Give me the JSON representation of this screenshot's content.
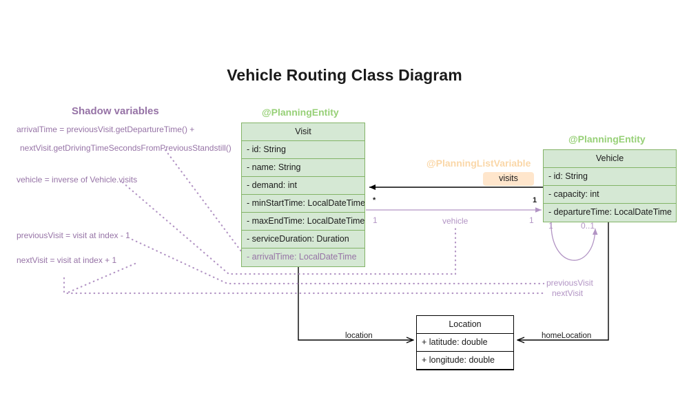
{
  "diagram": {
    "title": "Vehicle Routing Class Diagram",
    "colors": {
      "entity_fill": "#d5e8d4",
      "entity_stroke": "#82b366",
      "stereotype_green": "#97d077",
      "stereotype_orange": "#fad7a8",
      "badge_fill": "#ffe6cc",
      "shadow_purple": "#9673a6",
      "edge_purple": "#b294c4",
      "plain_stroke": "#000000"
    }
  },
  "shadow_panel": {
    "title": "Shadow variables",
    "lines": [
      "arrivalTime = previousVisit.getDepartureTime() +",
      "nextVisit.getDrivingTimeSecondsFromPreviousStandstill()",
      "vehicle = inverse of Vehicle.visits",
      "previousVisit = visit at index - 1",
      "nextVisit = visit at index + 1"
    ]
  },
  "classes": {
    "visit": {
      "stereotype": "@PlanningEntity",
      "name": "Visit",
      "attributes": [
        {
          "text": "- id: String",
          "shadow": false
        },
        {
          "text": "- name: String",
          "shadow": false
        },
        {
          "text": "- demand: int",
          "shadow": false
        },
        {
          "text": "- minStartTime: LocalDateTime",
          "shadow": false
        },
        {
          "text": "- maxEndTime: LocalDateTime",
          "shadow": false
        },
        {
          "text": "- serviceDuration: Duration",
          "shadow": false
        },
        {
          "text": "- arrivalTime: LocalDateTime",
          "shadow": true
        }
      ]
    },
    "vehicle": {
      "stereotype": "@PlanningEntity",
      "name": "Vehicle",
      "attributes": [
        {
          "text": "- id: String",
          "shadow": false
        },
        {
          "text": "- capacity: int",
          "shadow": false
        },
        {
          "text": "- departureTime: LocalDateTime",
          "shadow": false
        }
      ]
    },
    "location": {
      "stereotype": "",
      "name": "Location",
      "attributes": [
        {
          "text": "+ latitude: double",
          "shadow": false
        },
        {
          "text": "+ longitude: double",
          "shadow": false
        }
      ]
    }
  },
  "relations": {
    "visits": {
      "stereotype": "@PlanningListVariable",
      "badge": "visits",
      "source_multiplicity": "1",
      "target_multiplicity": "*"
    },
    "vehicle_ref": {
      "name": "vehicle",
      "source_multiplicity": "1",
      "target_multiplicity": "1"
    },
    "previous_visit": {
      "name": "previousVisit",
      "source_multiplicity": "1",
      "target_multiplicity": "0..1"
    },
    "next_visit": {
      "name": "nextVisit"
    },
    "location_ref": {
      "name": "location"
    },
    "home_location_ref": {
      "name": "homeLocation"
    }
  }
}
